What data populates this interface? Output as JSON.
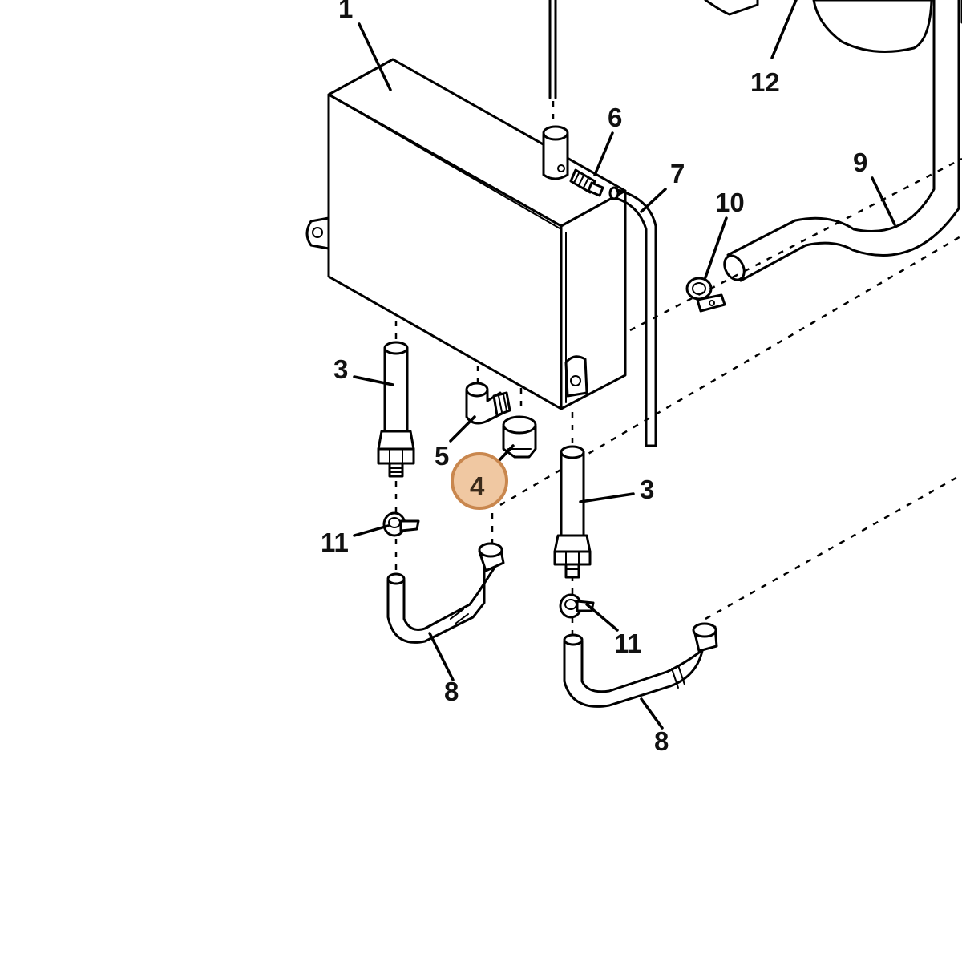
{
  "diagram": {
    "callouts": {
      "c1": "1",
      "c3a": "3",
      "c3b": "3",
      "c4": "4",
      "c5": "5",
      "c6": "6",
      "c7": "7",
      "c8a": "8",
      "c8b": "8",
      "c9": "9",
      "c10": "10",
      "c11a": "11",
      "c11b": "11",
      "c12": "12"
    },
    "highlight_color": "#f0c8a2",
    "highlight_border": "#c9874e"
  }
}
